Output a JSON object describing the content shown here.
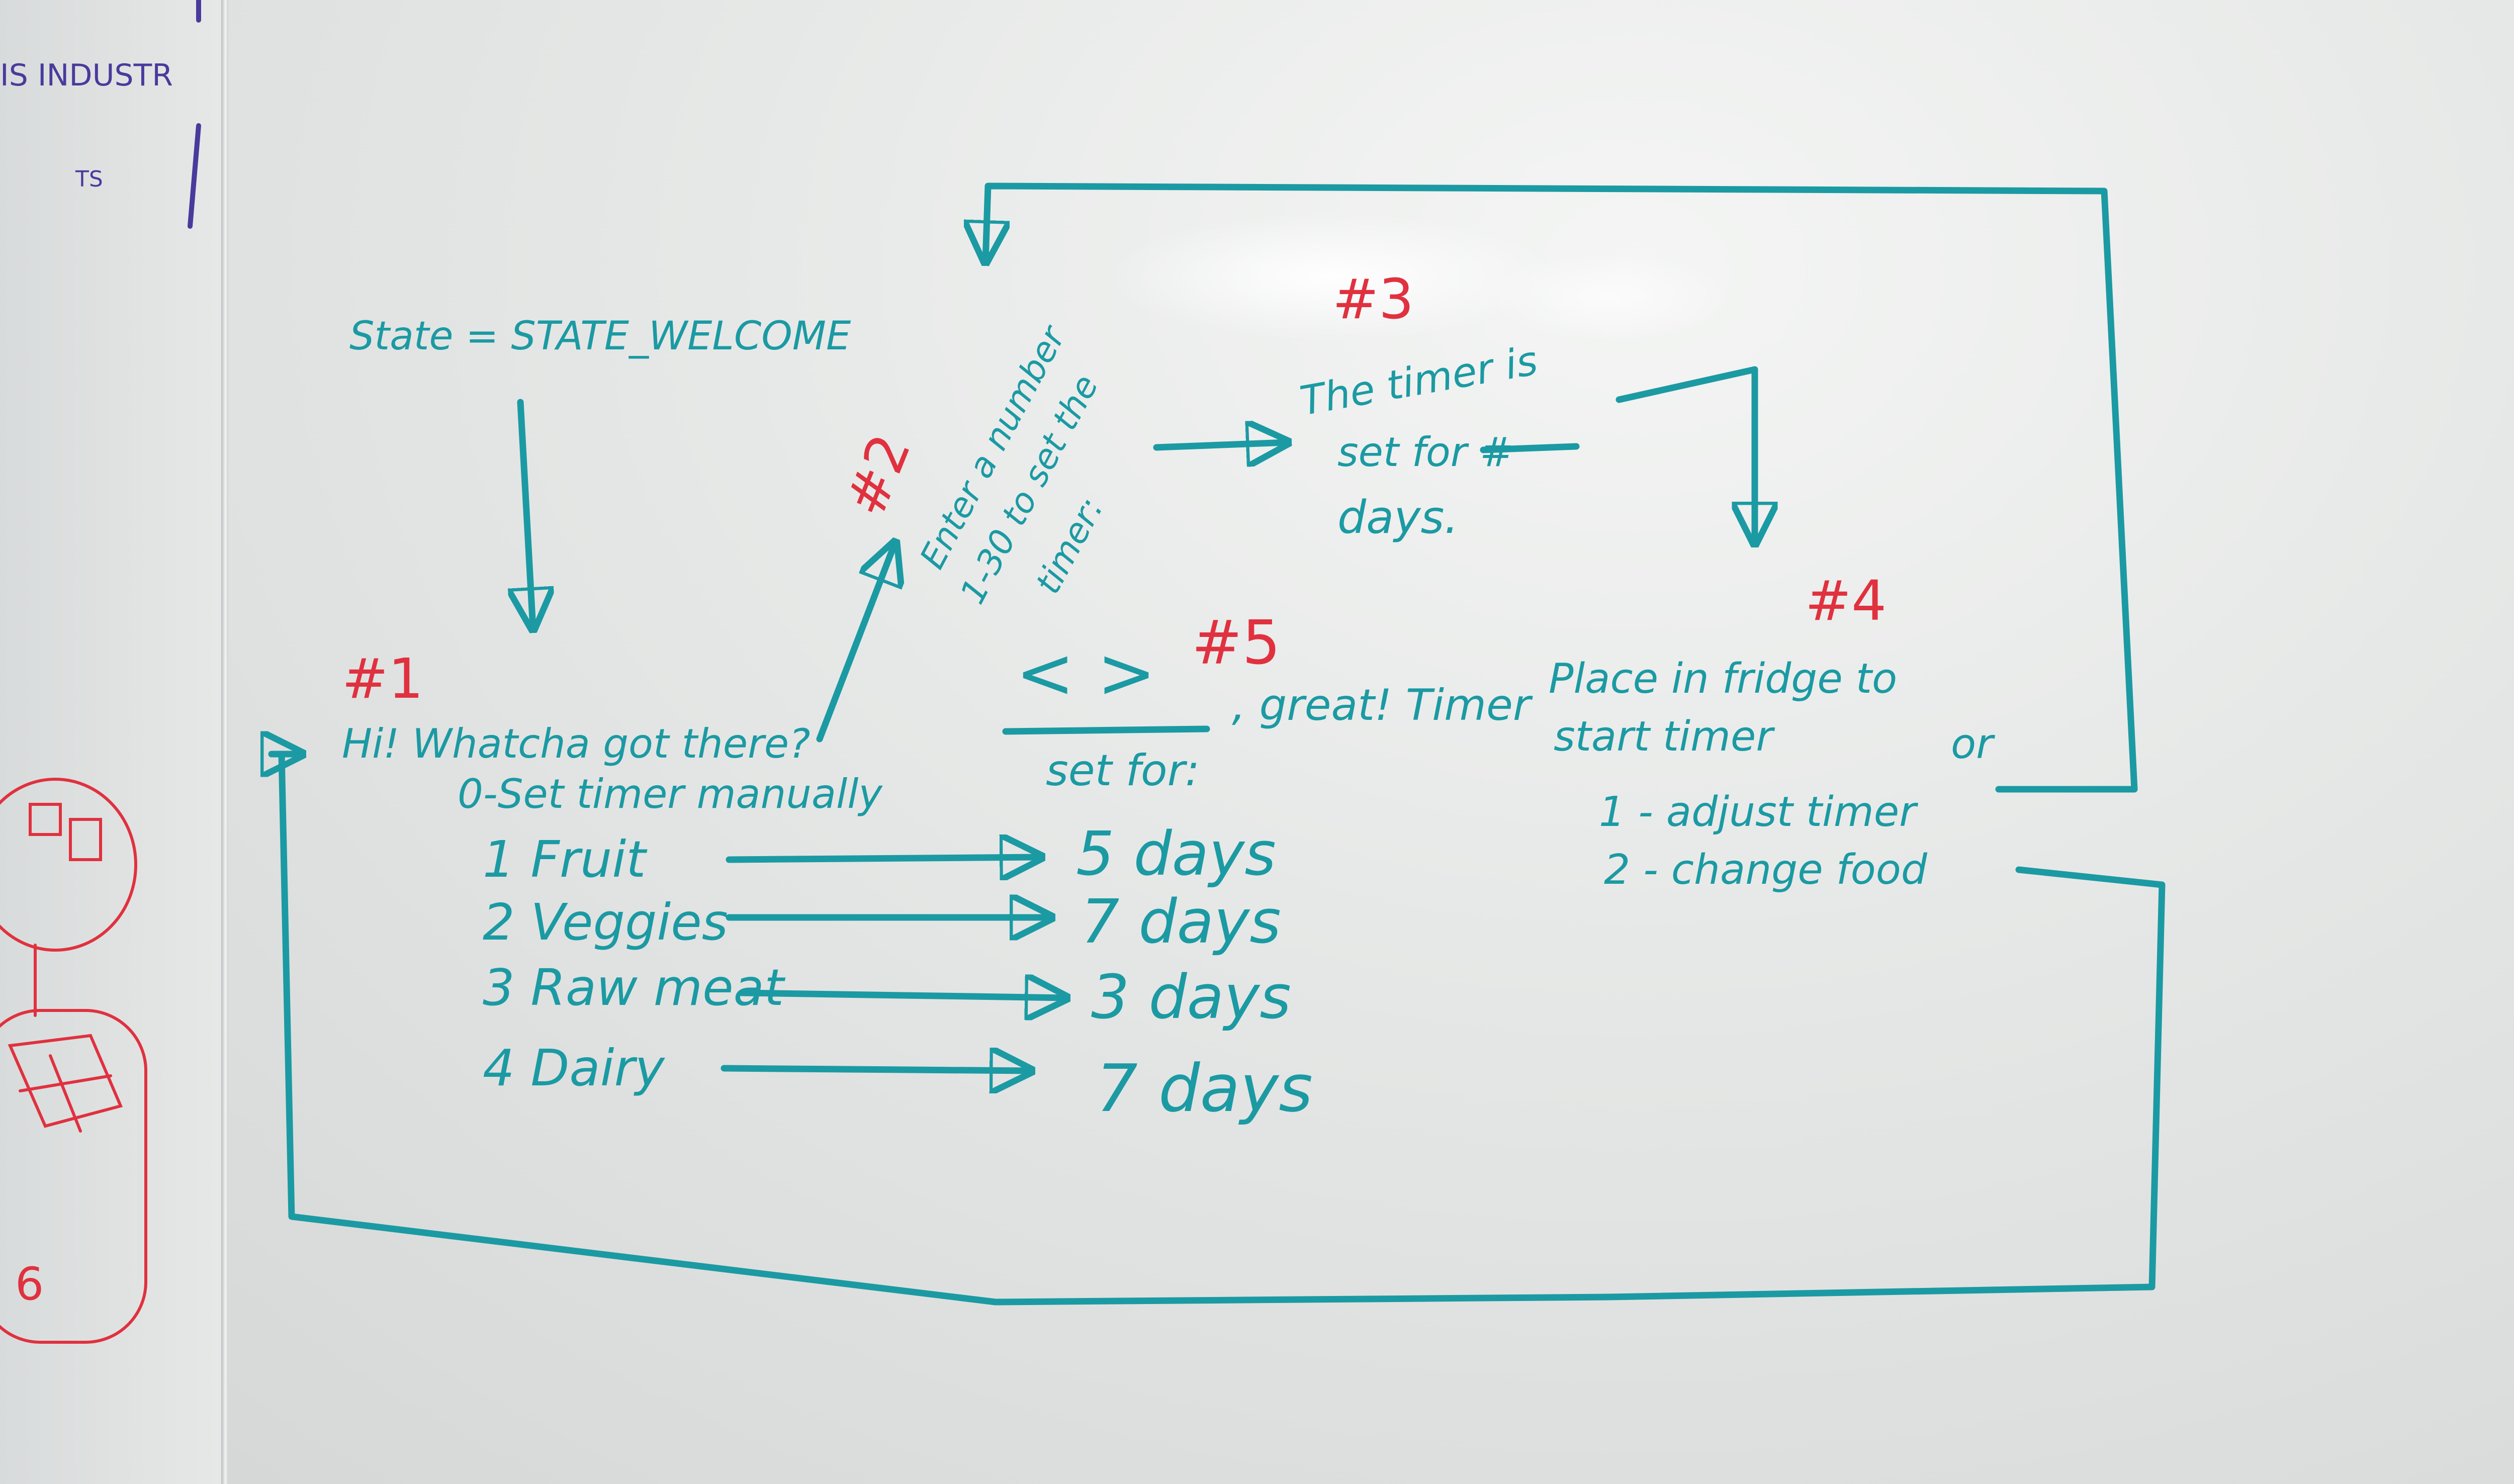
{
  "colors": {
    "board": "#e6e8e7",
    "ink_teal": "#1b9aa3",
    "ink_red": "#e0313f",
    "ink_purple": "#4a3a9c"
  },
  "edge_notes": {
    "top_left": "IS INDUSTR",
    "mid_left": "TS",
    "sketch_number": "6"
  },
  "state_label": "State = STATE_WELCOME",
  "node1": {
    "tag": "#1",
    "greeting": "Hi! Whatcha got there?",
    "option0": "0-Set timer manually",
    "options": [
      {
        "label": "1 Fruit",
        "days": "5 days"
      },
      {
        "label": "2 Veggies",
        "days": "7 days"
      },
      {
        "label": "3 Raw meat",
        "days": "3 days"
      },
      {
        "label": "4 Dairy",
        "days": "7 days"
      }
    ]
  },
  "node2": {
    "tag": "#2",
    "lines": [
      "Enter a number",
      "1-30 to set the",
      "timer:"
    ]
  },
  "node3": {
    "tag": "#3",
    "lines": [
      "The timer is",
      "set for #",
      "days."
    ]
  },
  "node4": {
    "tag": "#4",
    "lines": [
      "Place in fridge to",
      "start timer",
      "1 - adjust timer",
      "2 - change food"
    ],
    "or_label": "or"
  },
  "node5": {
    "tag": "#5",
    "brackets": "< >",
    "great_timer": ", great! Timer",
    "set_for": "set for:"
  }
}
